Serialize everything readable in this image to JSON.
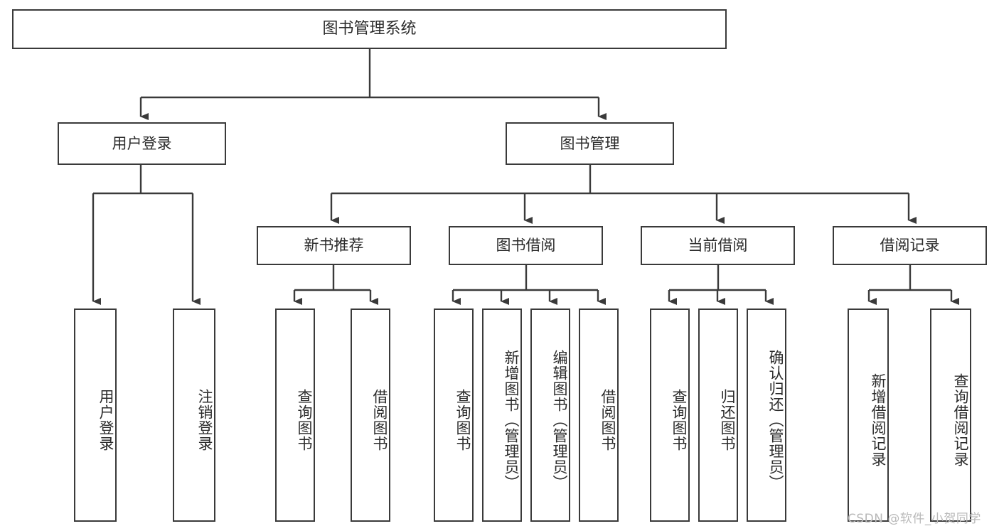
{
  "diagram": {
    "type": "tree",
    "title": "图书管理系统",
    "watermark": "CSDN @软件_小贺同学",
    "colors": {
      "border": "#3a3a3a",
      "text": "#2b2b2b",
      "background": "#ffffff",
      "edge": "#3a3a3a",
      "watermark": "#b9b9b9"
    },
    "nodes": {
      "root": {
        "label": "图书管理系统"
      },
      "level2": [
        {
          "id": "user-login",
          "label": "用户登录"
        },
        {
          "id": "book-manage",
          "label": "图书管理"
        }
      ],
      "level3": [
        {
          "id": "new-book-recommend",
          "label": "新书推荐"
        },
        {
          "id": "book-borrow",
          "label": "图书借阅"
        },
        {
          "id": "current-borrow",
          "label": "当前借阅"
        },
        {
          "id": "borrow-record",
          "label": "借阅记录"
        }
      ],
      "leaves": [
        {
          "id": "leaf-user-login",
          "label": "用户登录",
          "parent": "user-login"
        },
        {
          "id": "leaf-user-logout",
          "label": "注销登录",
          "parent": "user-login"
        },
        {
          "id": "leaf-query-book-1",
          "label": "查询图书",
          "parent": "new-book-recommend"
        },
        {
          "id": "leaf-borrow-book-1",
          "label": "借阅图书",
          "parent": "new-book-recommend"
        },
        {
          "id": "leaf-query-book-2",
          "label": "查询图书",
          "parent": "book-borrow"
        },
        {
          "id": "leaf-add-book",
          "label": "新增图书（管理员）",
          "parent": "book-borrow"
        },
        {
          "id": "leaf-edit-book",
          "label": "编辑图书（管理员）",
          "parent": "book-borrow"
        },
        {
          "id": "leaf-borrow-book-2",
          "label": "借阅图书",
          "parent": "book-borrow"
        },
        {
          "id": "leaf-query-book-3",
          "label": "查询图书",
          "parent": "current-borrow"
        },
        {
          "id": "leaf-return-book",
          "label": "归还图书",
          "parent": "current-borrow"
        },
        {
          "id": "leaf-confirm-return",
          "label": "确认归还（管理员）",
          "parent": "current-borrow"
        },
        {
          "id": "leaf-add-record",
          "label": "新增借阅记录",
          "parent": "borrow-record"
        },
        {
          "id": "leaf-query-record",
          "label": "查询借阅记录",
          "parent": "borrow-record"
        }
      ]
    }
  }
}
